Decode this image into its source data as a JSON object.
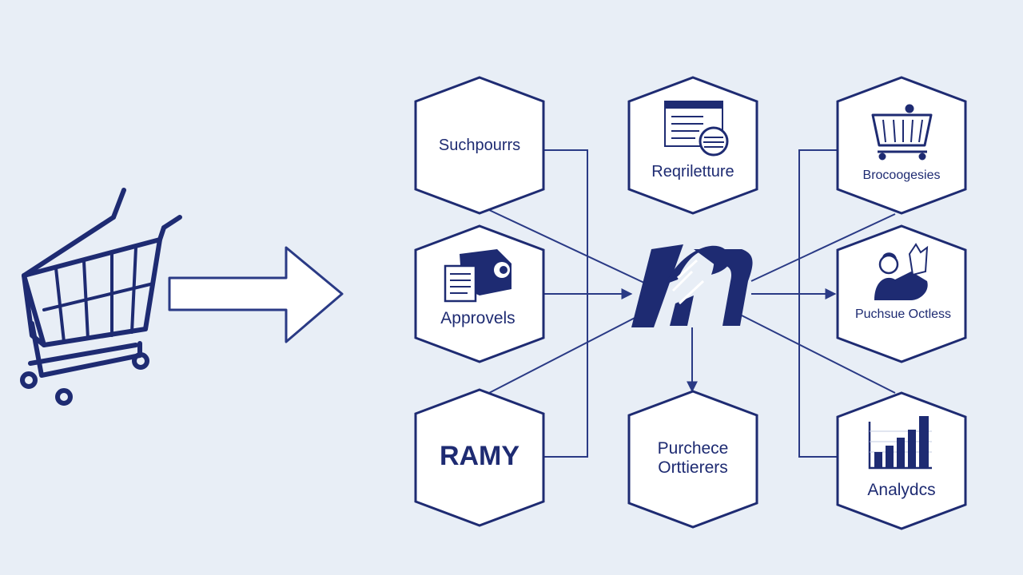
{
  "colors": {
    "background": "#e8eef6",
    "hex_fill": "#ffffff",
    "primary": "#1e2b72",
    "line": "#2a3a85"
  },
  "nodes": {
    "suppliers": {
      "label": "Suchpourrs"
    },
    "requisition": {
      "label": "Reqriletture",
      "icon": "document-icon"
    },
    "procurement": {
      "label": "Brocoogesies",
      "icon": "basket-icon"
    },
    "approvals": {
      "label": "Approvels",
      "icon": "documents-icon"
    },
    "purchase_orders_right": {
      "label": "Puchsue Octless",
      "icon": "person-icon"
    },
    "brand": {
      "label": "RAMY"
    },
    "purchase_orders_bottom": {
      "line1": "Purchece",
      "line2": "Orttierers"
    },
    "analytics": {
      "label": "Analydcs",
      "icon": "bar-chart-icon"
    }
  },
  "center_logo": {
    "icon": "hub-logo-icon"
  },
  "left": {
    "icon": "shopping-cart-icon",
    "arrow": "right-arrow-icon"
  }
}
